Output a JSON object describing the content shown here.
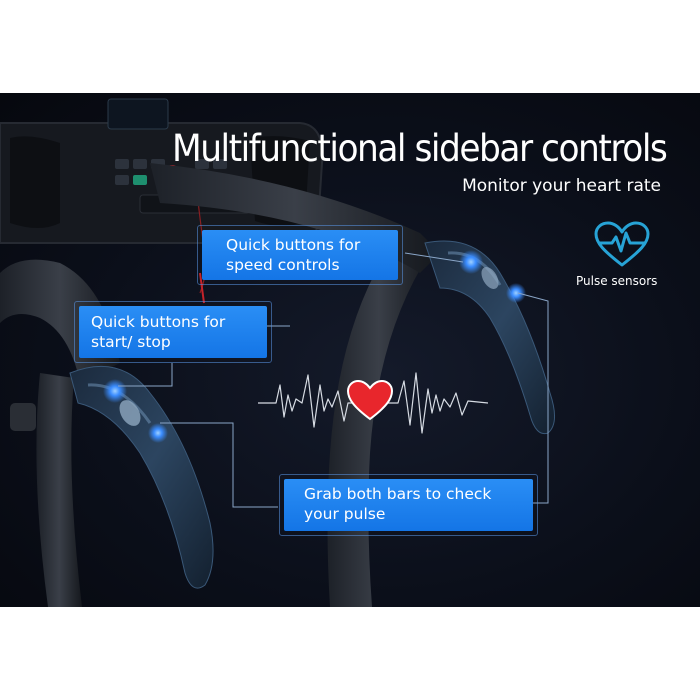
{
  "headline": "Multifunctional sidebar controls",
  "subheadline": "Monitor your heart rate",
  "pulse_sensor": {
    "icon": "heart-pulse-icon",
    "label": "Pulse sensors",
    "color": "#27a3d6"
  },
  "callouts": {
    "speed": "Quick buttons for\nspeed controls",
    "start_stop": "Quick buttons for\nstart/ stop",
    "pulse": "Grab both bars to check\nyour pulse"
  },
  "colors": {
    "background": "#0b0f1a",
    "callout": "#1d83f0",
    "heart": "#e8262c",
    "button_glow": "#3a8cff"
  }
}
